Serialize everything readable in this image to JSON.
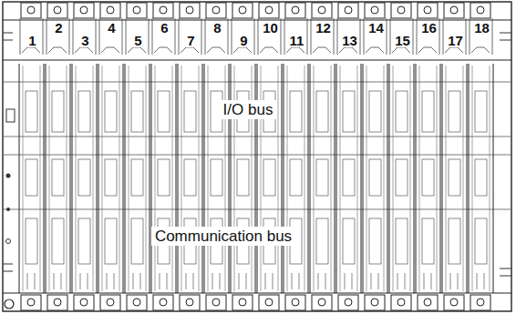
{
  "diagram": {
    "labels": [
      "1",
      "2",
      "3",
      "4",
      "5",
      "6",
      "7",
      "8",
      "9",
      "10",
      "11",
      "12",
      "13",
      "14",
      "15",
      "16",
      "17",
      "18",
      "I/O bus",
      "Communication bus"
    ]
  }
}
